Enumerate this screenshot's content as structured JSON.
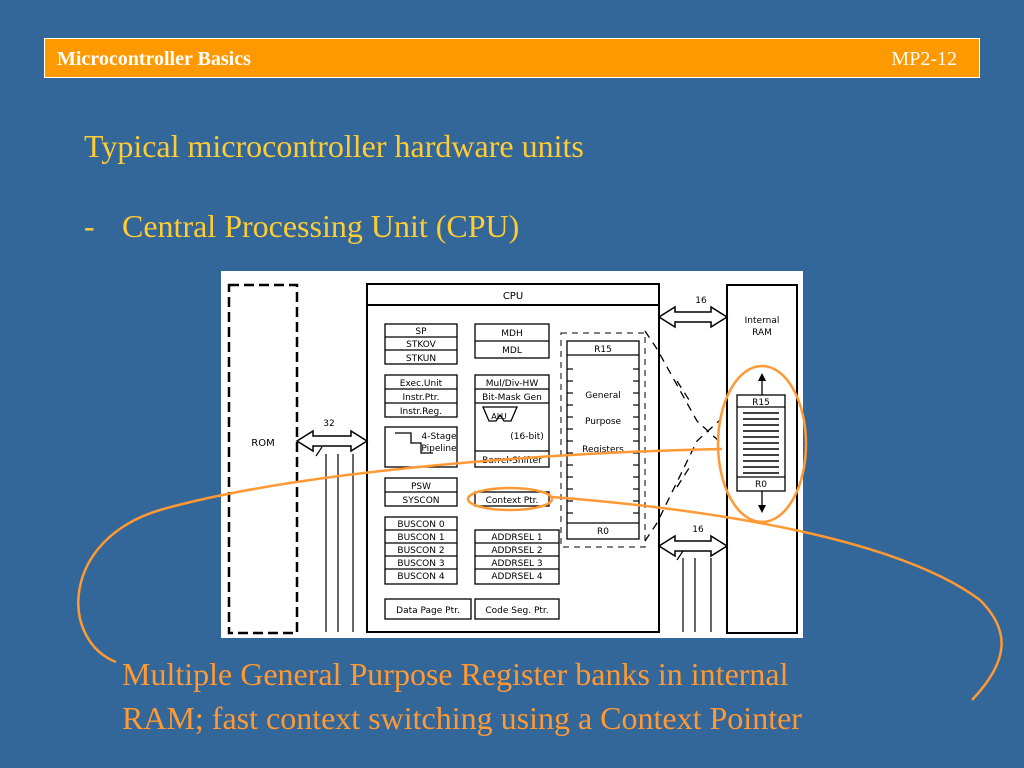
{
  "header": {
    "title": "Microcontroller Basics",
    "page": "MP2-12"
  },
  "slide": {
    "headline": "Typical microcontroller hardware units",
    "bullet_marker": "-",
    "bullet": "Central Processing Unit (CPU)",
    "caption_line1": "Multiple General Purpose Register banks in internal",
    "caption_line2": "RAM; fast context switching using a Context Pointer"
  },
  "diagram": {
    "rom": "ROM",
    "cpu": "CPU",
    "bus_rom_width": "32",
    "bus_ram_top_width": "16",
    "bus_ram_bottom_width": "16",
    "internal_ram_line1": "Internal",
    "internal_ram_line2": "RAM",
    "sp": "SP",
    "stkov": "STKOV",
    "stkun": "STKUN",
    "mdh": "MDH",
    "mdl": "MDL",
    "exec_unit": "Exec.Unit",
    "instr_ptr": "Instr.Ptr.",
    "instr_reg": "Instr.Reg.",
    "mul_div": "Mul/Div-HW",
    "bit_mask": "Bit-Mask Gen",
    "alu": "ALU",
    "alu_width": "(16-bit)",
    "barrel_shifter": "Barrel-Shifter",
    "pipeline_line1": "4-Stage",
    "pipeline_line2": "Pipeline",
    "psw": "PSW",
    "syscon": "SYSCON",
    "context_ptr": "Context Ptr.",
    "r15": "R15",
    "r0": "R0",
    "gpr_line1": "General",
    "gpr_line2": "Purpose",
    "gpr_line3": "Registers",
    "ram_r15": "R15",
    "ram_r0": "R0",
    "buscon": [
      "BUSCON 0",
      "BUSCON 1",
      "BUSCON 2",
      "BUSCON 3",
      "BUSCON 4"
    ],
    "addrsel": [
      "ADDRSEL 1",
      "ADDRSEL 2",
      "ADDRSEL 3",
      "ADDRSEL 4"
    ],
    "data_page_ptr": "Data Page Ptr.",
    "code_seg_ptr": "Code Seg. Ptr."
  },
  "colors": {
    "background": "#336699",
    "header_bar": "#ff9900",
    "headline_text": "#ffcc33",
    "highlight": "#ff9933"
  }
}
